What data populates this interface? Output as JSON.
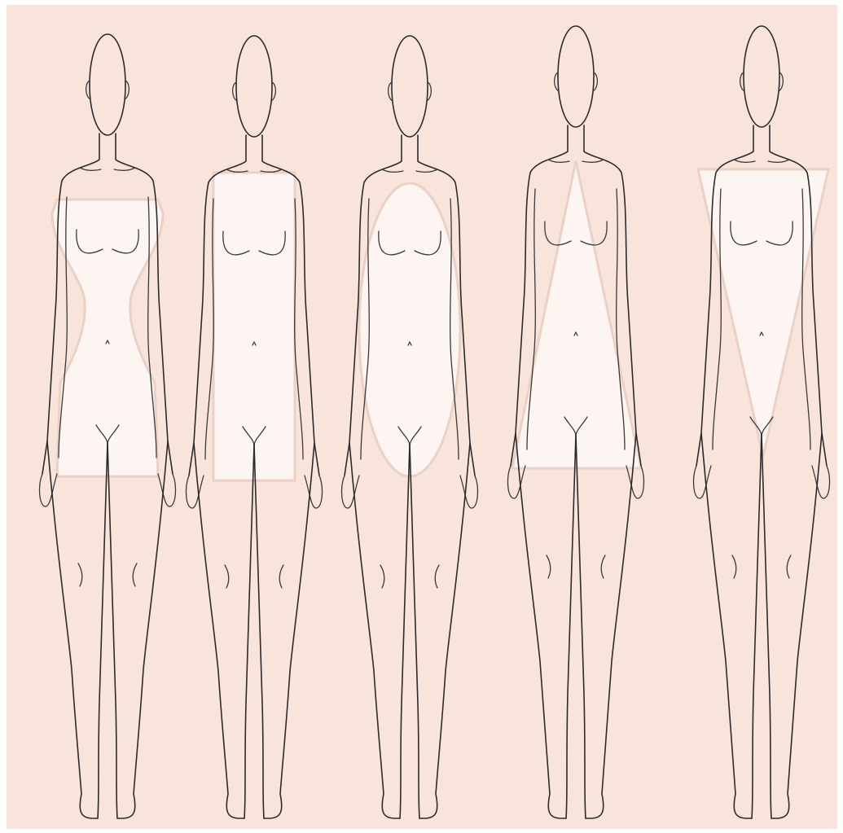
{
  "colors": {
    "page_border": "#ffffff",
    "background": "#f8e4da",
    "outline": "#2b2b2b",
    "shape_fill": "#ffffff",
    "shape_edge": "#e9c9bd"
  },
  "figures": [
    {
      "id": "hourglass",
      "shape_icon": "hourglass-shape-icon"
    },
    {
      "id": "rectangle",
      "shape_icon": "rectangle-shape-icon"
    },
    {
      "id": "oval",
      "shape_icon": "oval-shape-icon"
    },
    {
      "id": "triangle",
      "shape_icon": "triangle-shape-icon"
    },
    {
      "id": "inverted-triangle",
      "shape_icon": "inverted-triangle-shape-icon"
    }
  ]
}
